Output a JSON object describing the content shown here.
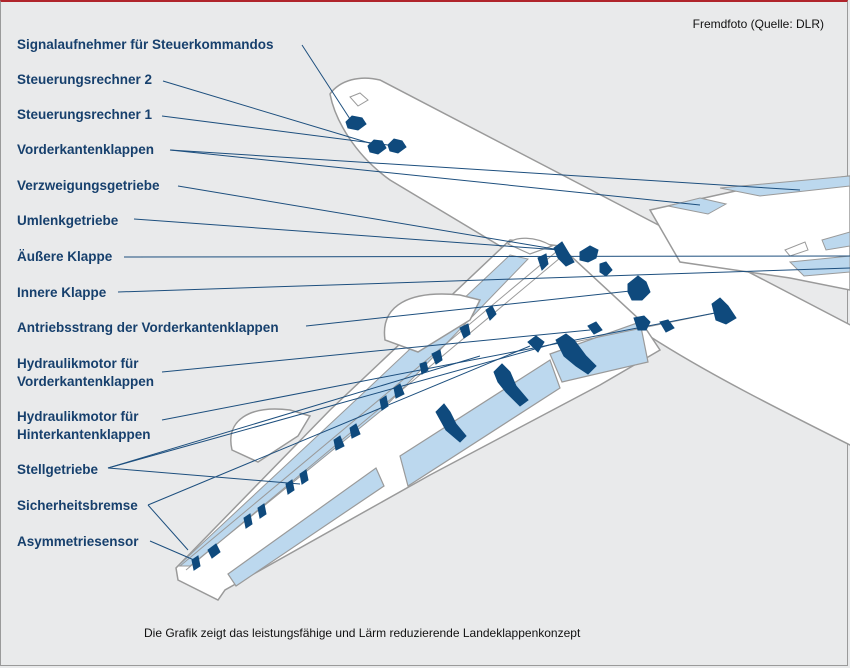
{
  "credit": "Fremdfoto (Quelle: DLR)",
  "caption": "Die Grafik zeigt das leistungsfähige und Lärm reduzierende Landeklappenkonzept",
  "labels": [
    {
      "line1": "Signalaufnehmer für Steuerkommandos"
    },
    {
      "line1": "Steuerungsrechner 2"
    },
    {
      "line1": "Steuerungsrechner 1"
    },
    {
      "line1": "Vorderkantenklappen"
    },
    {
      "line1": "Verzweigungsgetriebe"
    },
    {
      "line1": "Umlenkgetriebe"
    },
    {
      "line1": "Äußere Klappe"
    },
    {
      "line1": "Innere Klappe"
    },
    {
      "line1": "Antriebsstrang der Vorderkantenklappen"
    },
    {
      "line1": "Hydraulikmotor für",
      "line2": "Vorderkantenklappen"
    },
    {
      "line1": "Hydraulikmotor für",
      "line2": "Hinterkantenklappen"
    },
    {
      "line1": "Stellgetriebe"
    },
    {
      "line1": "Sicherheitsbremse"
    },
    {
      "line1": "Asymmetriesensor"
    }
  ],
  "colors": {
    "label_text": "#17406d",
    "leader_line": "#1d4f7e",
    "component": "#0f4a7d",
    "flap": "#bcd8ee",
    "airframe_fill": "#ffffff",
    "airframe_stroke": "#9a9a9a",
    "background": "#e9eaeb"
  }
}
